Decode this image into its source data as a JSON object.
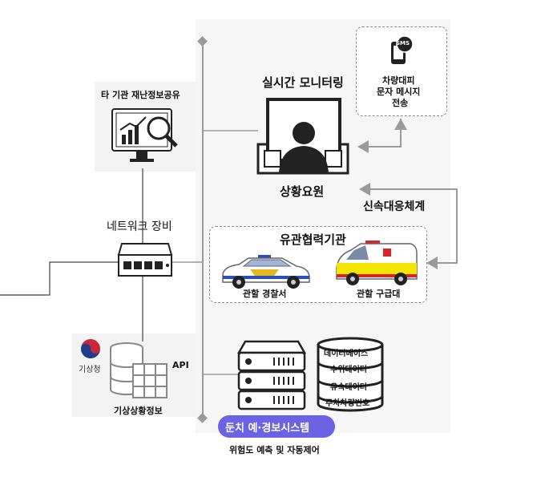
{
  "info_share": {
    "label": "타 기관 재난정보공유"
  },
  "network": {
    "label": "네트워크 장비"
  },
  "weather": {
    "logo_text": "기상청",
    "api_label": "API",
    "label": "기상상황정보"
  },
  "monitoring": {
    "title": "실시간 모니터링",
    "operator_label": "상황요원"
  },
  "sms": {
    "badge": "SMS",
    "lines": [
      "차량대피",
      "문자 메시지",
      "전송"
    ]
  },
  "response": {
    "label": "신속대응체계"
  },
  "agencies": {
    "title": "유관협력기관",
    "police_label": "관할 경찰서",
    "ambulance_label": "관할 구급대"
  },
  "database": {
    "items": [
      "데이터베이스",
      "수위데이터",
      "유속데이터",
      "주차차량번호"
    ]
  },
  "system": {
    "badge": "둔치 예·경보시스템",
    "caption": "위험도 예측 및 자동제어"
  },
  "colors": {
    "accent": "#6b63e3",
    "line": "#9a9a9a",
    "panel": "#f3f3f3",
    "icon": "#222222"
  }
}
